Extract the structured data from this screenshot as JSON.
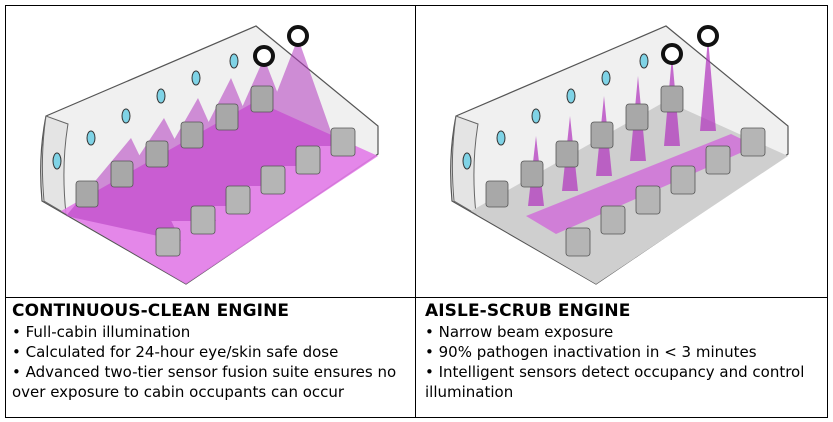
{
  "panels": [
    {
      "title": "CONTINUOUS-CLEAN ENGINE",
      "bullets": [
        "• Full-cabin illumination",
        "• Calculated for 24-hour eye/skin safe dose",
        "• Advanced two-tier sensor fusion suite ensures no over exposure to cabin occupants can occur"
      ]
    },
    {
      "title": "AISLE-SCRUB ENGINE",
      "bullets": [
        "• Narrow beam exposure",
        "• 90% pathogen inactivation in < 3 minutes",
        "• Intelligent sensors detect occupancy and control illumination"
      ]
    }
  ],
  "colors": {
    "uv_magenta": "#c040c8",
    "uv_floor": "#e070e8",
    "seat_gray": "#9a9a9a",
    "cabin_shell": "#eeeeee"
  }
}
